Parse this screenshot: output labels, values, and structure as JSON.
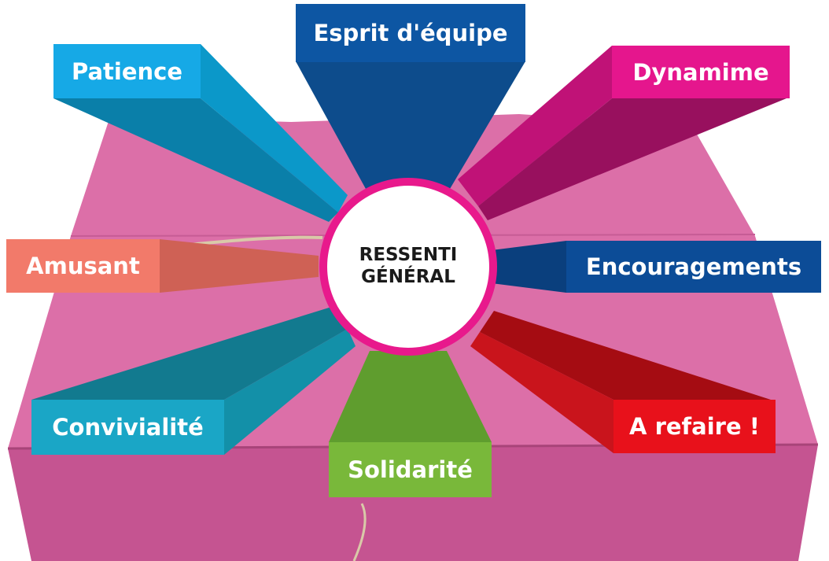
{
  "center": {
    "line1": "RESSENTI",
    "line2": "GÉNÉRAL",
    "ring_color": "#e8198c"
  },
  "box": {
    "color": "#dc6fa8"
  },
  "items": [
    {
      "label": "Esprit d'équipe",
      "color": "#0d56a3"
    },
    {
      "label": "Dynamime",
      "color": "#e5168d"
    },
    {
      "label": "Encouragements",
      "color": "#0c4c97"
    },
    {
      "label": "A refaire !",
      "color": "#e8111b"
    },
    {
      "label": "Solidarité",
      "color": "#79b83a"
    },
    {
      "label": "Convivialité",
      "color": "#1aa6c6"
    },
    {
      "label": "Amusant",
      "color": "#f27a6a"
    },
    {
      "label": "Patience",
      "color": "#16a9e6"
    }
  ]
}
